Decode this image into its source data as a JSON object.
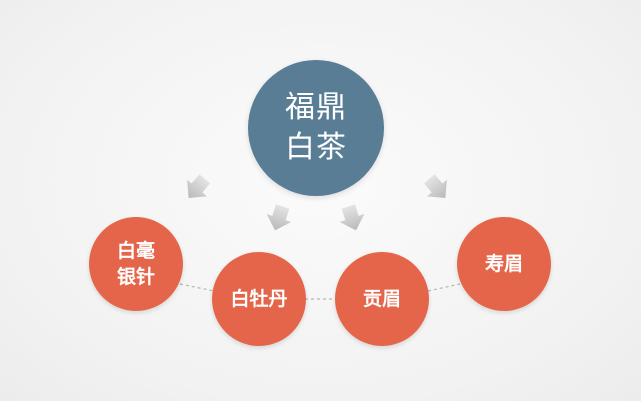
{
  "diagram": {
    "root": {
      "line1": "福鼎",
      "line2": "白茶"
    },
    "children": [
      {
        "line1": "白毫",
        "line2": "银针"
      },
      {
        "line1": "白牡丹",
        "line2": ""
      },
      {
        "line1": "贡眉",
        "line2": ""
      },
      {
        "line1": "寿眉",
        "line2": ""
      }
    ]
  },
  "colors": {
    "root_fill": "#5a7d96",
    "child_fill": "#e5654a",
    "arrow_fill": "#c8c8c8",
    "connector": "#b5b5b5",
    "background": "#f4f4f4"
  }
}
